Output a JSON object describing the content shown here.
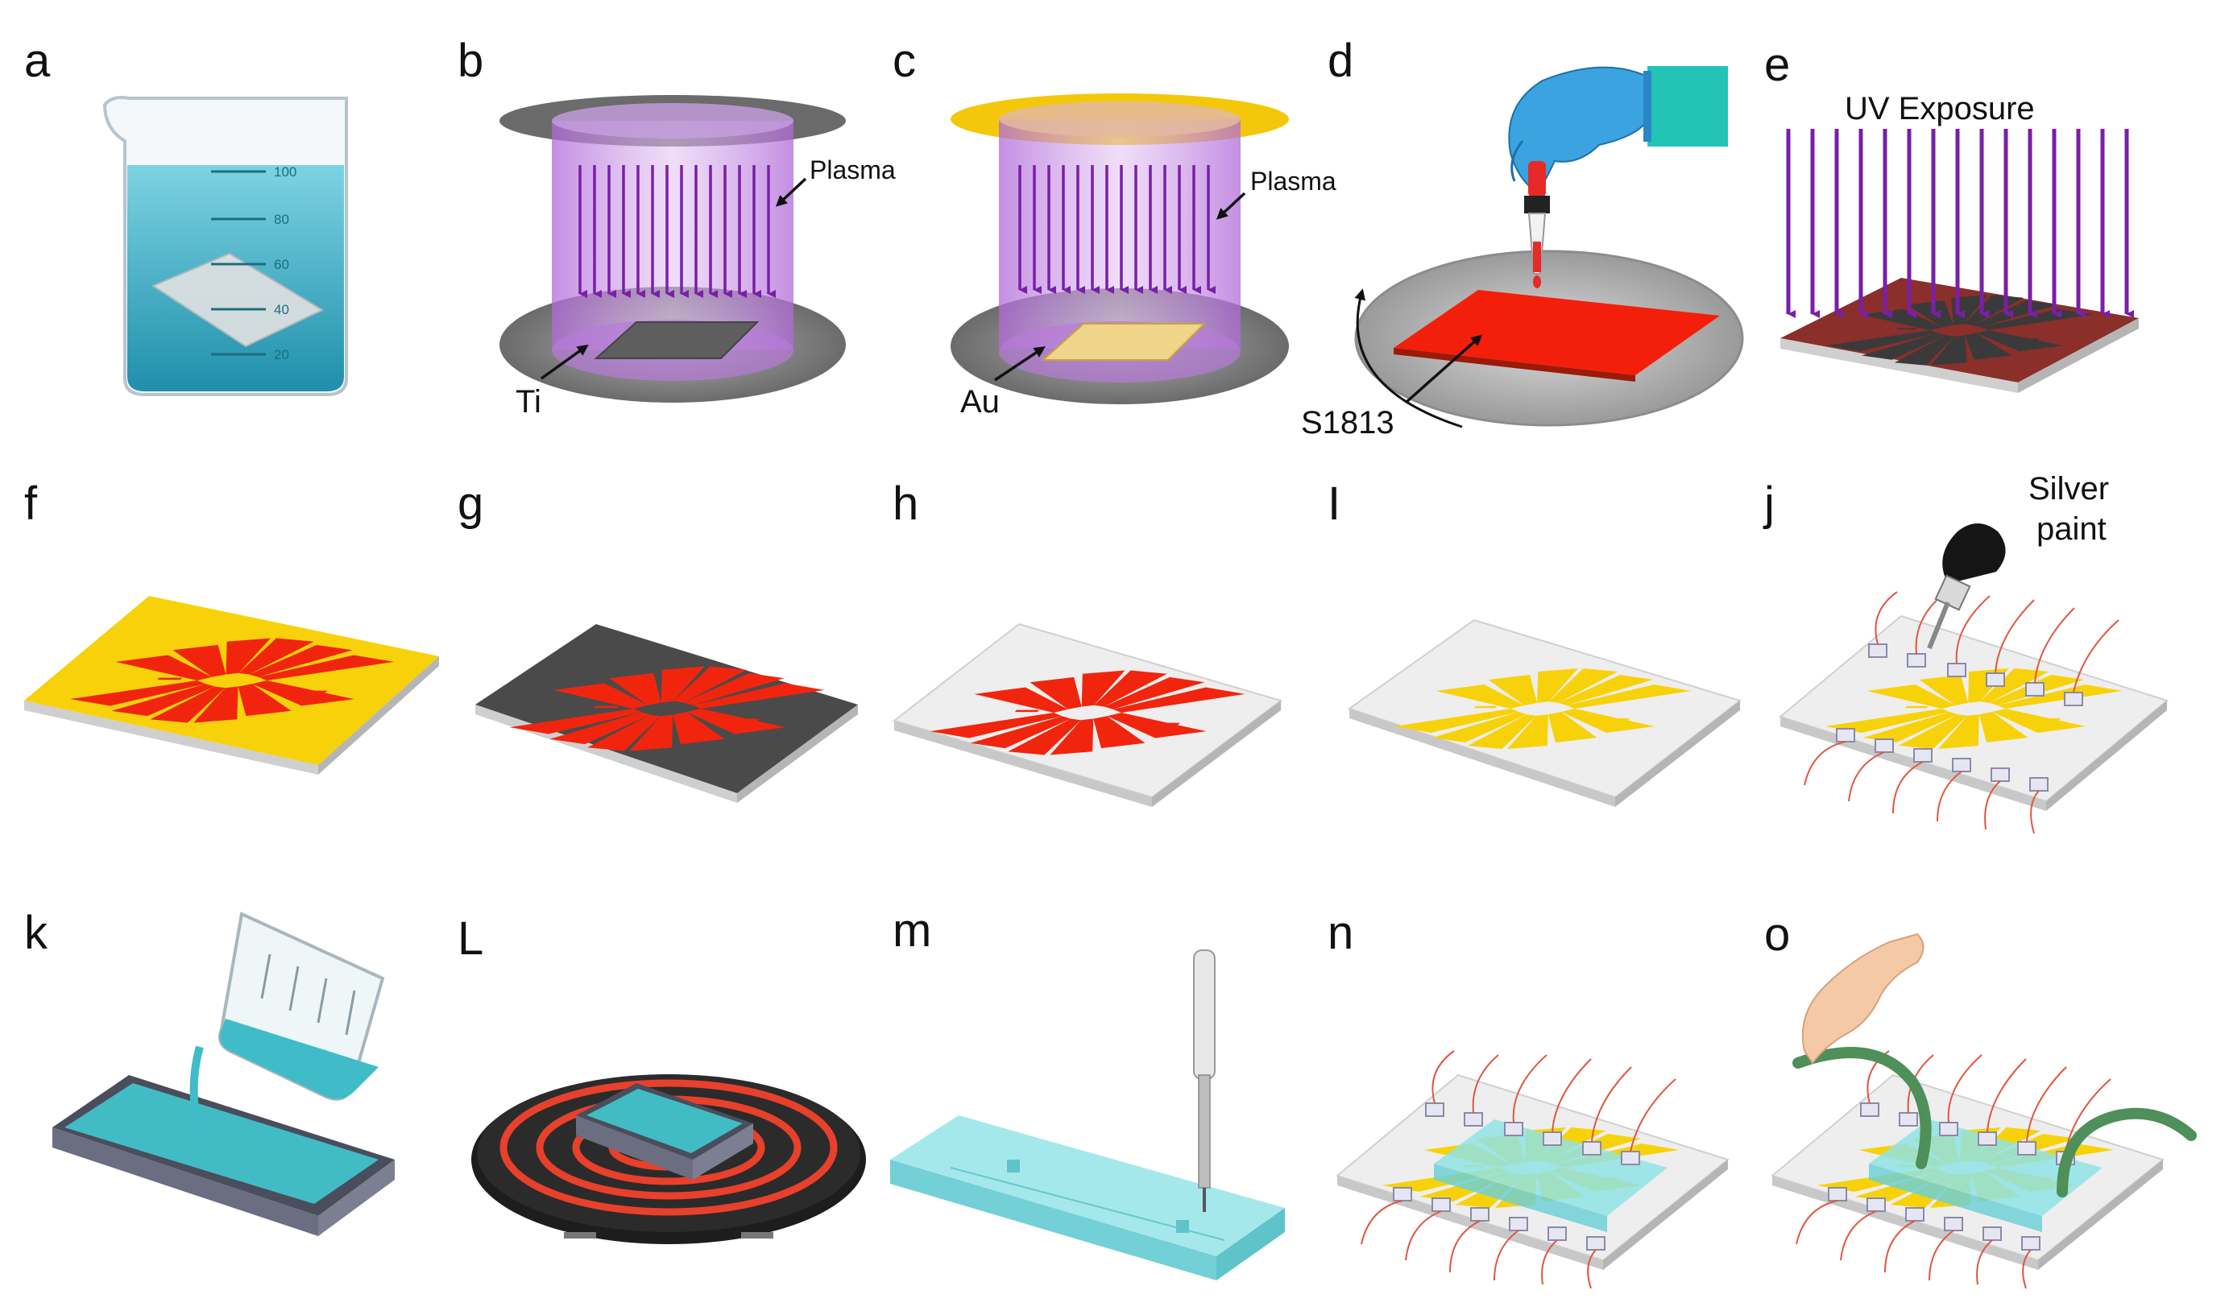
{
  "panels": {
    "a": "a",
    "b": "b",
    "c": "c",
    "d": "d",
    "e": "e",
    "f": "f",
    "g": "g",
    "h": "h",
    "i": "I",
    "j": "j",
    "k": "k",
    "l": "L",
    "m": "m",
    "n": "n",
    "o": "o"
  },
  "annotations": {
    "plasma_b": "Plasma",
    "plasma_c": "Plasma",
    "ti": "Ti",
    "au": "Au",
    "s1813": "S1813",
    "uv": "UV Exposure",
    "silver_1": "Silver",
    "silver_2": "paint"
  },
  "beaker_ticks": [
    "100",
    "80",
    "60",
    "40",
    "20"
  ],
  "colors": {
    "water": "#3db6cf",
    "plasma": "#c58ee6",
    "arrow_purple": "#7a1fa8",
    "gold": "#f7d20a",
    "resist_red": "#f1250d",
    "dark_substrate": "#4a4a4a",
    "glass": "#eeeeee",
    "pdms": "#8fe3e6",
    "glove": "#3ba3e0",
    "wire": "#e0573f",
    "heater": "#e8402b"
  }
}
